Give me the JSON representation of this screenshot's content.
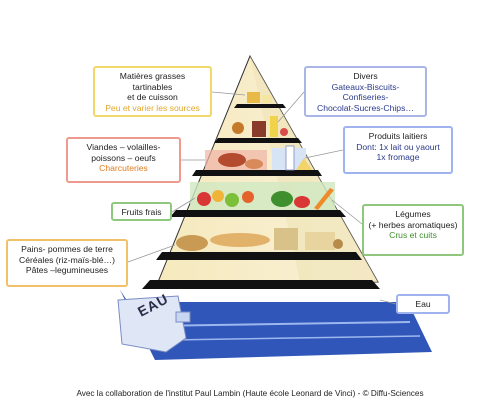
{
  "groups": {
    "fats": {
      "line1": "Matières grasses tartinables",
      "line2": "et de cuisson",
      "accent": "Peu et varier les sources"
    },
    "misc": {
      "line1": "Divers",
      "line2": "Gateaux-Biscuits-Confiseries-",
      "line3": "Chocolat-Sucres-Chips…"
    },
    "meat": {
      "line1": "Viandes – volailles-",
      "line2": "poissons – oeufs",
      "accent": "Charcuteries"
    },
    "dairy": {
      "line1": "Produits laitiers",
      "line2": "Dont: 1x lait ou yaourt",
      "line3": "1x fromage"
    },
    "fruit": {
      "line1": "Fruits frais"
    },
    "veg": {
      "line1": "Légumes",
      "line2": "(+ herbes aromatiques)",
      "accent": "Crus et cuits"
    },
    "starch": {
      "line1": "Pains- pommes de terre",
      "line2": "Céréales (riz-maïs-blé…)",
      "line3": "Pâtes –legumineuses"
    },
    "water": {
      "line1": "Eau"
    }
  },
  "base_label": "EAU",
  "credit": "Avec la collaboration de l'institut Paul Lambin (Haute école Leonard de Vinci)  -  © Diffu-Sciences",
  "colors": {
    "fats": "#f2d76a",
    "misc": "#aab7e6",
    "meat": "#ee9a8e",
    "dairy": "#9fb4ee",
    "fruit": "#8fc77d",
    "veg": "#8fc77d",
    "starch": "#f3c06a",
    "water": "#9fb4ee"
  }
}
